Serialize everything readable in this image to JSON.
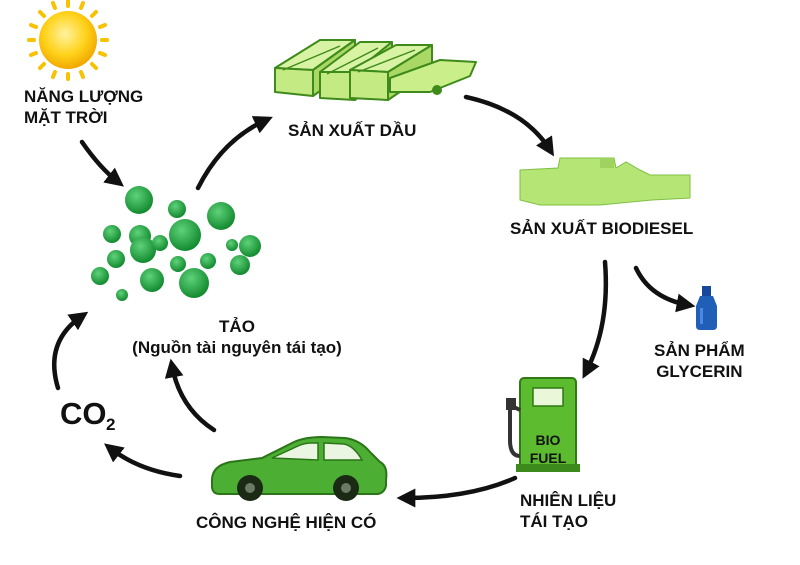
{
  "labels": {
    "solar_line1": "NĂNG LƯỢNG",
    "solar_line2": "MẶT TRỜI",
    "oil": "SẢN XUẤT DẦU",
    "biodiesel": "SẢN XUẤT BIODIESEL",
    "glycerin_line1": "SẢN PHẨM",
    "glycerin_line2": "GLYCERIN",
    "fuel_line1": "NHIÊN LIỆU",
    "fuel_line2": "TÁI TẠO",
    "tech": "CÔNG NGHỆ HIỆN CÓ",
    "algae_line1": "TẢO",
    "algae_line2": "(Nguồn tài nguyên tái tạo)"
  },
  "co2": {
    "main": "CO",
    "sub": "2"
  },
  "pump": {
    "line1": "BIO",
    "line2": "FUEL"
  },
  "icons": [
    "sun-icon",
    "algae-cluster-icon",
    "oil-production-tanks-icon",
    "biodiesel-plant-icon",
    "glycerin-bottle-icon",
    "fuel-pump-icon",
    "car-icon"
  ],
  "colors": {
    "sun": "#f7c200",
    "algae": "#1e9a3c",
    "tank": "#c9ee8a",
    "plant": "#b5e675",
    "bottle": "#1f5fb8",
    "pump": "#5dbb2f",
    "car": "#4cae33",
    "arrow": "#111111"
  }
}
